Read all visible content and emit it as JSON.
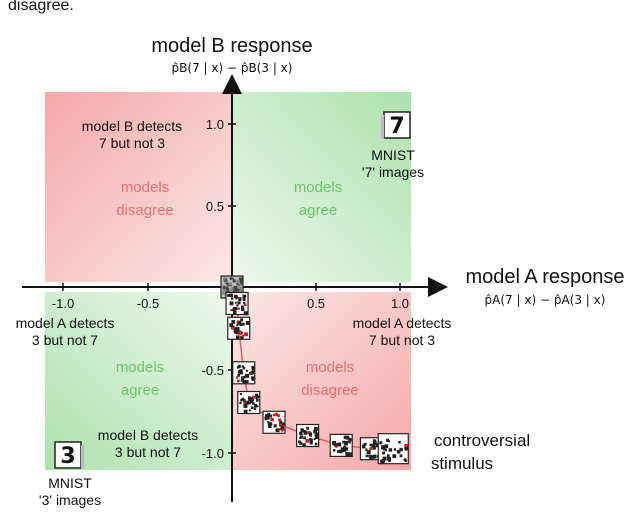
{
  "header_fragment": "disagree.",
  "axes": {
    "y_title": "model B response",
    "y_formula": "p̂B(7 | x) − p̂B(3 | x)",
    "x_title": "model A response",
    "x_formula": "p̂A(7 | x) − p̂A(3 | x)",
    "x_ticks": [
      "-1.0",
      "-0.5",
      "0.5",
      "1.0"
    ],
    "y_ticks": [
      "1.0",
      "0.5",
      "-0.5",
      "-1.0"
    ]
  },
  "quadrants": {
    "top_left": {
      "label_line1": "models",
      "label_line2": "disagree",
      "desc_line1": "model B detects",
      "desc_line2": "7 but not 3",
      "color": "#f4a3a3"
    },
    "top_right": {
      "label_line1": "models",
      "label_line2": "agree",
      "color": "#a8e0a8"
    },
    "bottom_left": {
      "label_line1": "models",
      "label_line2": "agree",
      "desc_line1": "model B detects",
      "desc_line2": "3 but not 7",
      "color": "#a8e0a8"
    },
    "bottom_right": {
      "label_line1": "models",
      "label_line2": "disagree",
      "color": "#f4a3a3"
    }
  },
  "annotations": {
    "model_a_7": {
      "line1": "model A detects",
      "line2": "7 but not 3"
    },
    "model_a_3": {
      "line1": "model A detects",
      "line2": "3 but not 7"
    },
    "mnist7": {
      "digit": "7",
      "line1": "MNIST",
      "line2": "'7' images"
    },
    "mnist3": {
      "digit": "3",
      "line1": "MNIST",
      "line2": "'3' images"
    },
    "controversial": {
      "line1": "controversial",
      "line2": "stimulus"
    }
  },
  "trajectory": {
    "description_points_in_data_units": [
      [
        0.0,
        0.0
      ],
      [
        0.03,
        -0.1
      ],
      [
        0.04,
        -0.25
      ],
      [
        0.07,
        -0.52
      ],
      [
        0.1,
        -0.7
      ],
      [
        0.25,
        -0.82
      ],
      [
        0.45,
        -0.9
      ],
      [
        0.65,
        -0.96
      ],
      [
        0.83,
        -0.98
      ],
      [
        0.96,
        -0.98
      ]
    ],
    "color": "#e06060"
  }
}
